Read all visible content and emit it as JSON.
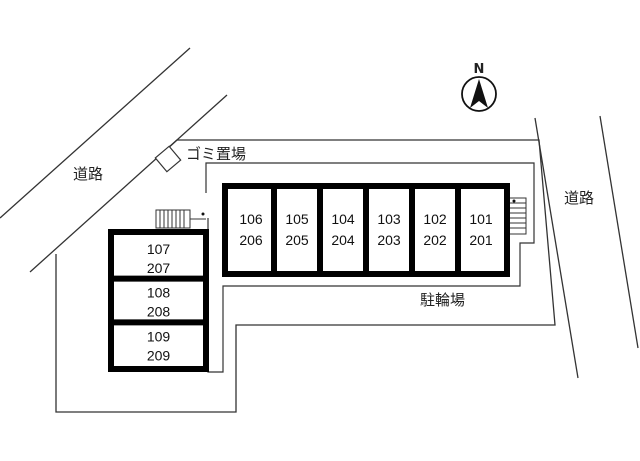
{
  "labels": {
    "road_left": "道路",
    "road_right": "道路",
    "garbage": "ゴミ置場",
    "parking": "駐輪場",
    "north": "N"
  },
  "building_east": [
    {
      "top": "106",
      "bottom": "206"
    },
    {
      "top": "105",
      "bottom": "205"
    },
    {
      "top": "104",
      "bottom": "204"
    },
    {
      "top": "103",
      "bottom": "203"
    },
    {
      "top": "102",
      "bottom": "202"
    },
    {
      "top": "101",
      "bottom": "201"
    }
  ],
  "building_west": [
    {
      "top": "107",
      "bottom": "207"
    },
    {
      "top": "108",
      "bottom": "208"
    },
    {
      "top": "109",
      "bottom": "209"
    }
  ],
  "colors": {
    "line": "#333333",
    "wall": "#000000"
  }
}
